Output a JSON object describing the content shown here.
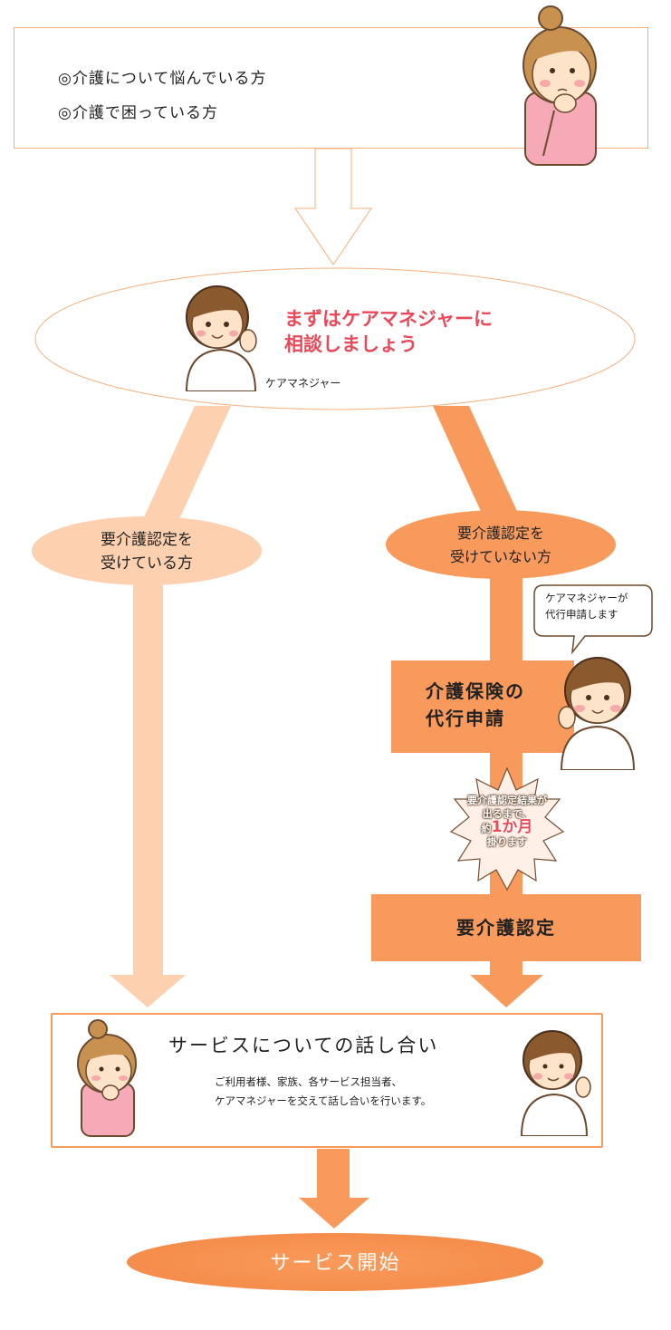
{
  "top": {
    "line1": "◎介護について悩んでいる方",
    "line2": "◎介護で困っている方"
  },
  "consult": {
    "title_line1": "まずはケアマネジャーに",
    "title_line2": "相談しましょう",
    "role_label": "ケアマネジャー"
  },
  "left_branch": {
    "line1": "要介護認定を",
    "line2": "受けている方"
  },
  "right_branch": {
    "line1": "要介護認定を",
    "line2": "受けていない方",
    "bubble_line1": "ケアマネジャーが",
    "bubble_line2": "代行申請します",
    "apply_line1": "介護保険の",
    "apply_line2": "代行申請",
    "burst_line1": "要介護認定結果が",
    "burst_line2": "出るまで、",
    "burst_line3_prefix": "約",
    "burst_line3_big": "1か月",
    "burst_line4": "掛ります",
    "cert_label": "要介護認定"
  },
  "discussion": {
    "title": "サービスについての話し合い",
    "desc_line1": "ご利用者様、家族、各サービス担当者、",
    "desc_line2": "ケアマネジャーを交えて話し合いを行います。"
  },
  "start": {
    "label": "サービス開始"
  },
  "colors": {
    "accent_orange": "#f89a5c",
    "light_orange": "#fdd0b0",
    "pink_text": "#e84a5a"
  }
}
